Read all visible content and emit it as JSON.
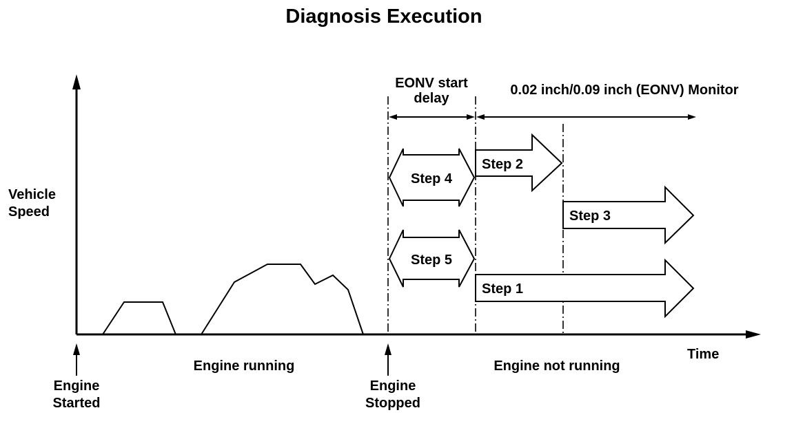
{
  "title": "Diagnosis Execution",
  "y_axis_label": [
    "Vehicle",
    "Speed"
  ],
  "x_axis_label": "Time",
  "phases": {
    "running": "Engine running",
    "not_running": "Engine not running"
  },
  "events": {
    "started": [
      "Engine",
      "Started"
    ],
    "stopped": [
      "Engine",
      "Stopped"
    ]
  },
  "intervals": {
    "start_delay": [
      "EONV start",
      "delay"
    ],
    "monitor": "0.02 inch/0.09 inch (EONV) Monitor"
  },
  "steps": {
    "step1": "Step 1",
    "step2": "Step 2",
    "step3": "Step 3",
    "step4": "Step 4",
    "step5": "Step 5"
  }
}
